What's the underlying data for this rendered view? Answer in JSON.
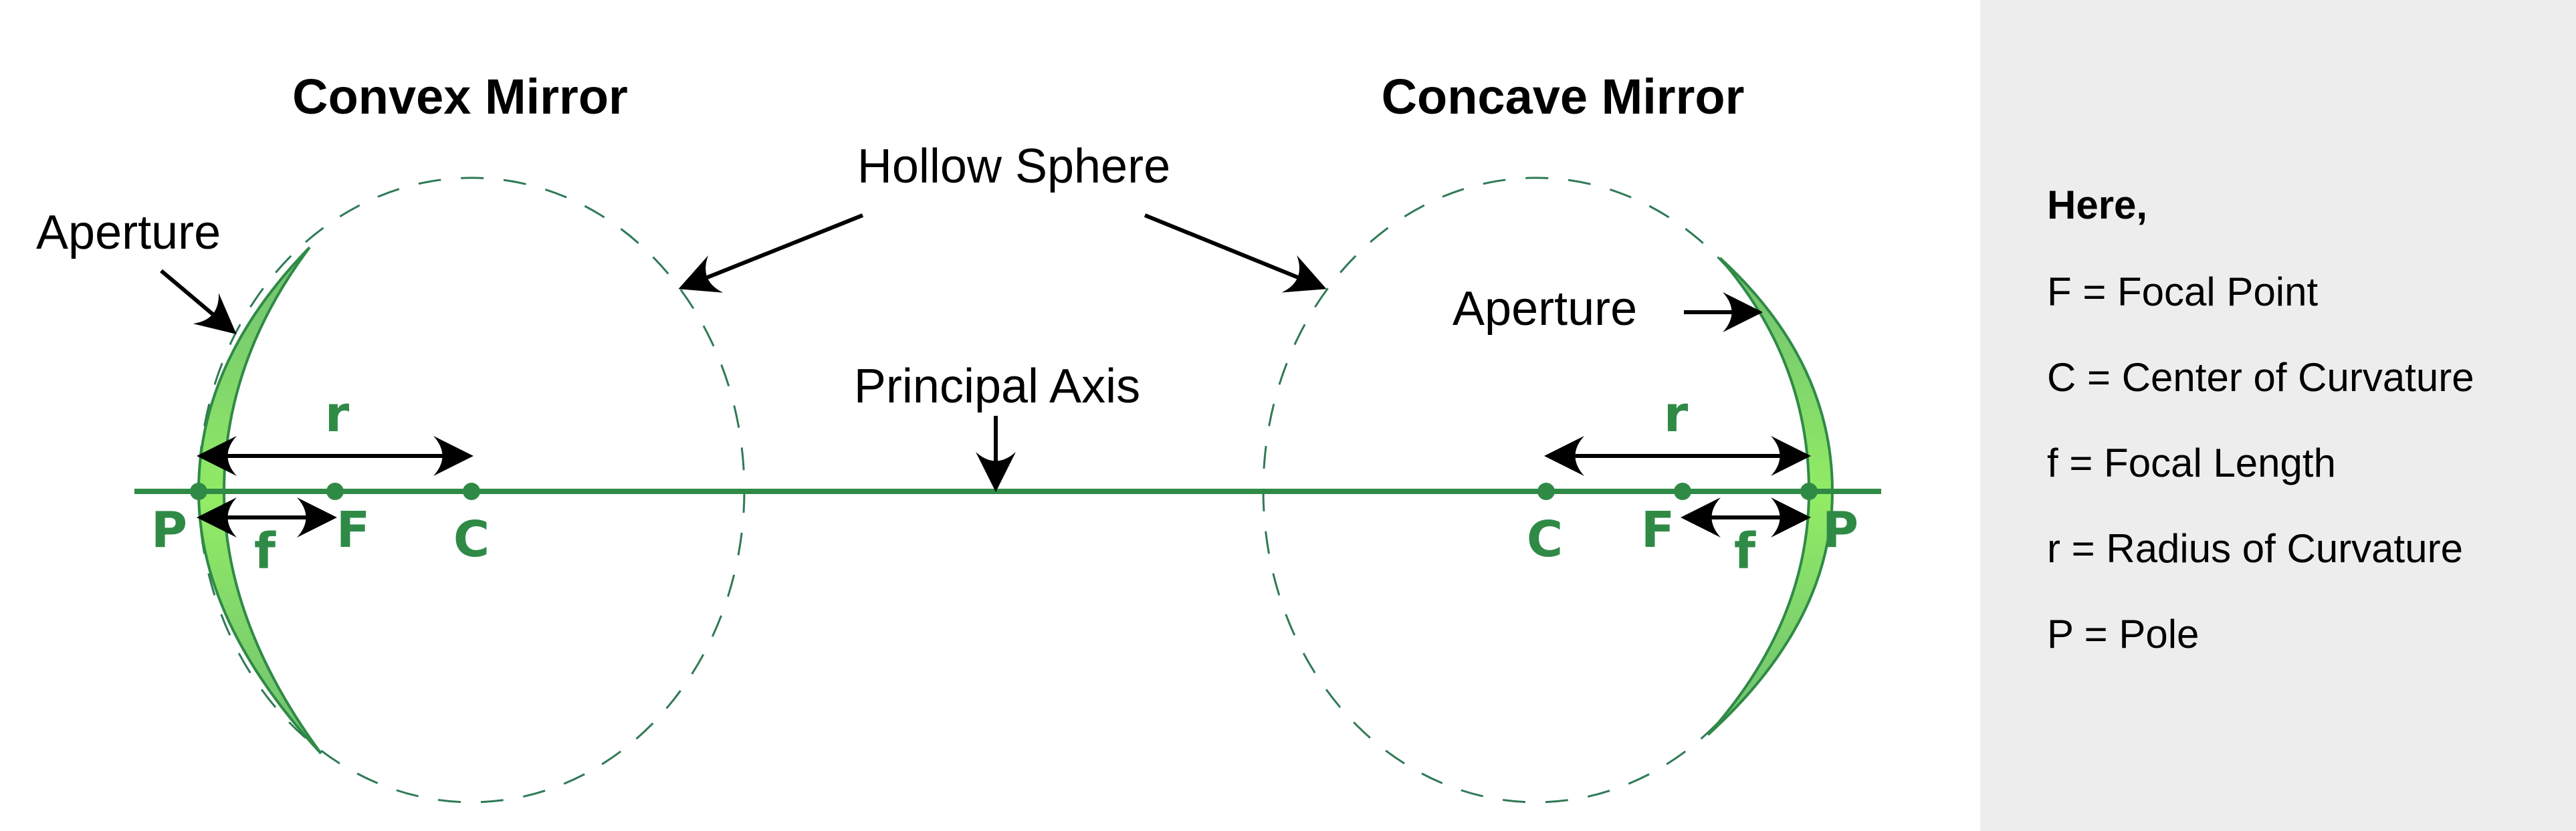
{
  "convex": {
    "title": "Convex Mirror",
    "aperture": "Aperture",
    "r": "r",
    "f": "f",
    "P": "P",
    "F": "F",
    "C": "C"
  },
  "concave": {
    "title": "Concave Mirror",
    "aperture": "Aperture",
    "r": "r",
    "f": "f",
    "P": "P",
    "F": "F",
    "C": "C"
  },
  "labels": {
    "hollow_sphere": "Hollow Sphere",
    "principal_axis": "Principal Axis"
  },
  "legend": {
    "heading": "Here,",
    "items": [
      "F = Focal Point",
      "C = Center of Curvature",
      "f = Focal Length",
      "r = Radius of Curvature",
      "P = Pole"
    ]
  },
  "colors": {
    "green": "#2f8a46",
    "mirror_light": "#8ee66a",
    "mirror_mid": "#7cc47a",
    "panel": "#ecedec"
  }
}
